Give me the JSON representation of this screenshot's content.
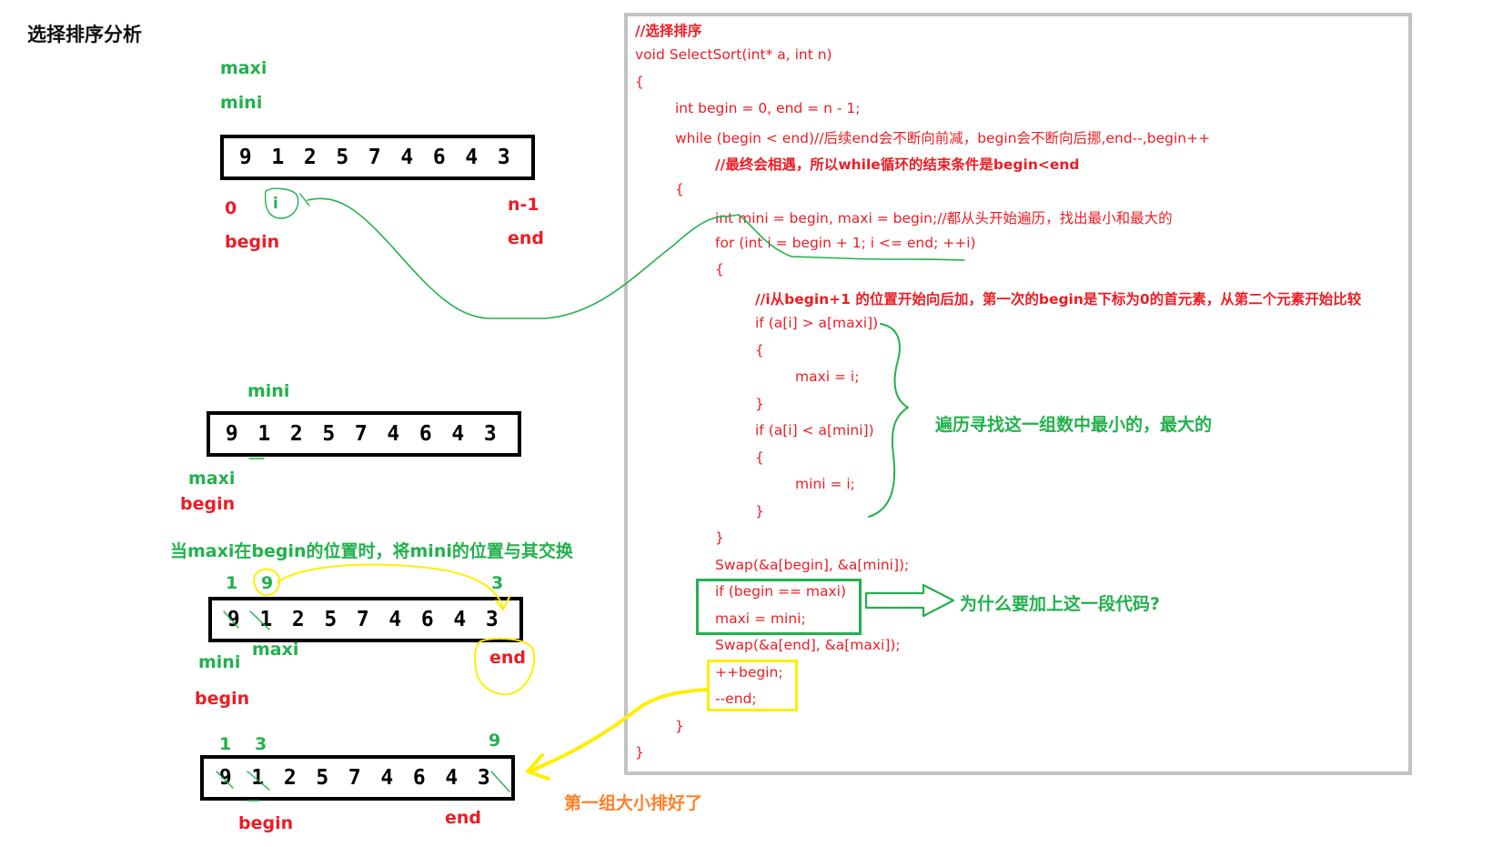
{
  "title": "选择排序分析",
  "colors": {
    "label_green": "#22b14c",
    "label_red": "#ed1c24",
    "annotation_yellow": "#ffee00",
    "annotation_orange": "#ff7f27",
    "code_red": "#ed1c24",
    "panel_border": "#c3c3c3"
  },
  "arrays": {
    "a1": [
      "9",
      "1",
      "2",
      "5",
      "7",
      "4",
      "6",
      "4",
      "3"
    ],
    "a2": [
      "9",
      "1",
      "2",
      "5",
      "7",
      "4",
      "6",
      "4",
      "3"
    ],
    "a3": [
      "9",
      "1",
      "2",
      "5",
      "7",
      "4",
      "6",
      "4",
      "3"
    ],
    "a4": [
      "9",
      "1",
      "2",
      "5",
      "7",
      "4",
      "6",
      "4",
      "3"
    ]
  },
  "labels": {
    "s1_maxi": "maxi",
    "s1_mini": "mini",
    "s1_zero": "0",
    "s1_i": "i",
    "s1_begin": "begin",
    "s1_n1": "n-1",
    "s1_end": "end",
    "s2_mini": "mini",
    "s2_maxi": "maxi",
    "s2_begin": "begin",
    "s3_note": "当maxi在begin的位置时，将mini的位置与其交换",
    "s3_one": "1",
    "s3_nine": "9",
    "s3_three": "3",
    "s3_maxi": "maxi",
    "s3_mini": "mini",
    "s3_end": "end",
    "s3_begin": "begin",
    "s4_one": "1",
    "s4_three": "3",
    "s4_nine": "9",
    "s4_begin": "begin",
    "s4_end": "end",
    "s4_note": "第一组大小排好了"
  },
  "code": {
    "l1": "//选择排序",
    "l2": "void SelectSort(int* a, int n)",
    "l3": "{",
    "l4": "int begin = 0, end = n - 1;",
    "l5": "while (begin < end)//后续end会不断向前减，begin会不断向后挪,end--,begin++",
    "l6": "//最终会相遇，所以while循环的结束条件是begin<end",
    "l7": "{",
    "l8": "int mini = begin, maxi = begin;//都从头开始遍历，找出最小和最大的",
    "l9": "for (int i = begin + 1; i <= end; ++i)",
    "l10": "{",
    "l11": "//i从begin+1 的位置开始向后加，第一次的begin是下标为0的首元素，从第二个元素开始比较",
    "l12": "if (a[i] > a[maxi])",
    "l13": "{",
    "l14": "maxi = i;",
    "l15": "}",
    "l16": "if (a[i] < a[mini])",
    "l17": "{",
    "l18": "mini = i;",
    "l19": "}",
    "l20": "}",
    "l21": "Swap(&a[begin], &a[mini]);",
    "l22": "if (begin == maxi)",
    "l23": "maxi = mini;",
    "l24": "Swap(&a[end], &a[maxi]);",
    "l25": "++begin;",
    "l26": "--end;",
    "l27": "}",
    "l28": "}"
  },
  "annotations": {
    "traverse": "遍历寻找这一组数中最小的，最大的",
    "why": "为什么要加上这一段代码?"
  }
}
